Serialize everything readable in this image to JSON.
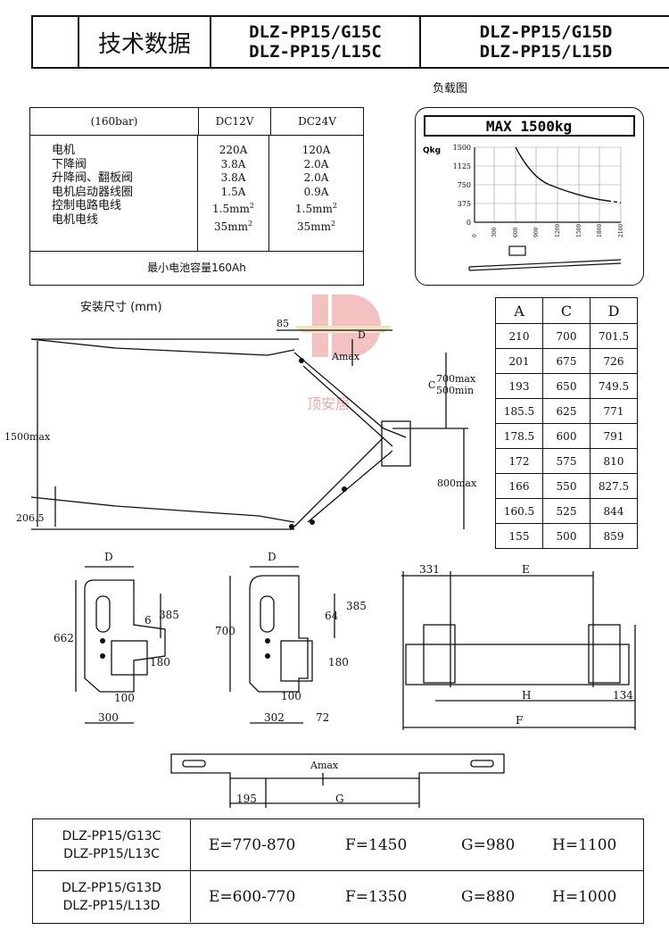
{
  "header": {
    "title": "技术数据",
    "models_c": [
      "DLZ-PP15/G15C",
      "DLZ-PP15/L15C"
    ],
    "models_d": [
      "DLZ-PP15/G15D",
      "DLZ-PP15/L15D"
    ]
  },
  "load_chart": {
    "caption": "负载图",
    "max_label": "MAX 1500kg",
    "y_unit": "Qkg",
    "y_ticks": [
      "1500",
      "1125",
      "750",
      "375",
      "0"
    ],
    "x_ticks": [
      "0",
      "300",
      "600",
      "900",
      "1200",
      "1500",
      "1800",
      "2100"
    ]
  },
  "electrical": {
    "pressure": "(160bar)",
    "col_12v": "DC12V",
    "col_24v": "DC24V",
    "labels": [
      "电机",
      "下降阀",
      "升降阀、翻板阀",
      "电机启动器线圈",
      "控制电路电线",
      "电机电线"
    ],
    "values_12v": [
      "220A",
      "3.8A",
      "3.8A",
      "1.5A",
      "1.5mm",
      "35mm"
    ],
    "values_24v": [
      "120A",
      "2.0A",
      "2.0A",
      "0.9A",
      "1.5mm",
      "35mm"
    ],
    "sup": "2",
    "battery": "最小电池容量160Ah"
  },
  "install": {
    "title": "安装尺寸 (mm)",
    "dim_85": "85",
    "dim_d": "D",
    "dim_amax": "Amax",
    "dim_c": "C",
    "dim_700max": "700max",
    "dim_500min": "500min",
    "dim_1500max": "1500max",
    "dim_800max": "800max",
    "dim_2065": "206.5",
    "watermark": "顶安居"
  },
  "acd_table": {
    "headers": [
      "A",
      "C",
      "D"
    ],
    "rows": [
      [
        "210",
        "700",
        "701.5"
      ],
      [
        "201",
        "675",
        "726"
      ],
      [
        "193",
        "650",
        "749.5"
      ],
      [
        "185.5",
        "625",
        "771"
      ],
      [
        "178.5",
        "600",
        "791"
      ],
      [
        "172",
        "575",
        "810"
      ],
      [
        "166",
        "550",
        "827.5"
      ],
      [
        "160.5",
        "525",
        "844"
      ],
      [
        "155",
        "500",
        "859"
      ]
    ]
  },
  "plate1": {
    "d": "D",
    "h662": "662",
    "d6": "6",
    "d385": "385",
    "d180": "180",
    "d100": "100",
    "d300": "300"
  },
  "plate2": {
    "d": "D",
    "h700": "700",
    "d64": "64",
    "d385": "385",
    "d180": "180",
    "d100": "100",
    "d302": "302",
    "d72": "72"
  },
  "frame": {
    "d331": "331",
    "e": "E",
    "h": "H",
    "d134": "134",
    "f": "F"
  },
  "bar": {
    "amax": "Amax",
    "d195": "195",
    "g": "G"
  },
  "variants": [
    {
      "models": [
        "DLZ-PP15/G13C",
        "DLZ-PP15/L13C"
      ],
      "e": "E=770-870",
      "f": "F=1450",
      "g": "G=980",
      "h": "H=1100"
    },
    {
      "models": [
        "DLZ-PP15/G13D",
        "DLZ-PP15/L13D"
      ],
      "e": "E=600-770",
      "f": "F=1350",
      "g": "G=880",
      "h": "H=1000"
    }
  ]
}
